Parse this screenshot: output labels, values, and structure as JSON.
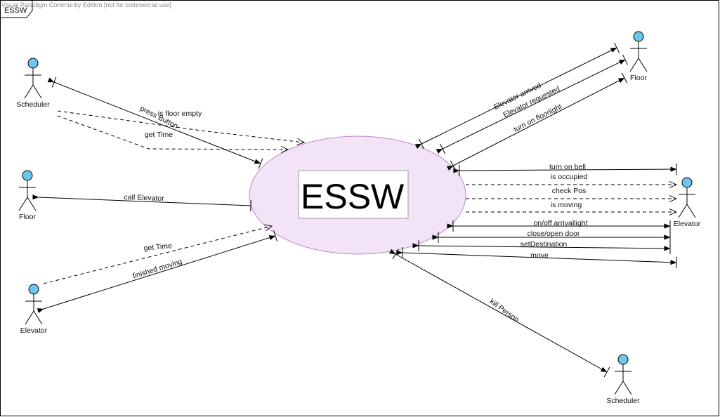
{
  "watermark": "Visual Paradigm Community Edition [not for commercial use]",
  "frame": {
    "title": "ESSW"
  },
  "system": {
    "label": "ESSW",
    "fill": "#f3e3f7",
    "stroke": "#b98ac4"
  },
  "colors": {
    "actor_head": "#6ec6ee",
    "line": "#000000"
  },
  "actors": [
    {
      "id": "scheduler-left",
      "name": "Scheduler"
    },
    {
      "id": "floor-left",
      "name": "Floor"
    },
    {
      "id": "elevator-left",
      "name": "Elevator"
    },
    {
      "id": "floor-right",
      "name": "Floor"
    },
    {
      "id": "elevator-right",
      "name": "Elevator"
    },
    {
      "id": "scheduler-bottom",
      "name": "Scheduler"
    }
  ],
  "messages": [
    {
      "label": "press Button",
      "style": "solid"
    },
    {
      "label": "is floor empty",
      "style": "dashed"
    },
    {
      "label": "get Time",
      "style": "dashed"
    },
    {
      "label": "call Elevator",
      "style": "solid"
    },
    {
      "label": "get Time",
      "style": "dashed"
    },
    {
      "label": "finished moving",
      "style": "solid"
    },
    {
      "label": "Elevator arrived",
      "style": "solid"
    },
    {
      "label": "Elevator requested",
      "style": "solid"
    },
    {
      "label": "turn on floorlight",
      "style": "solid"
    },
    {
      "label": "turn on bell",
      "style": "solid"
    },
    {
      "label": "is occupied",
      "style": "dashed"
    },
    {
      "label": "check Pos",
      "style": "dashed"
    },
    {
      "label": "is moving",
      "style": "dashed"
    },
    {
      "label": "on/off arrivallight",
      "style": "solid"
    },
    {
      "label": "close/open door",
      "style": "solid"
    },
    {
      "label": "setDestination",
      "style": "solid"
    },
    {
      "label": "move",
      "style": "solid"
    },
    {
      "label": "kill Person",
      "style": "solid"
    }
  ]
}
